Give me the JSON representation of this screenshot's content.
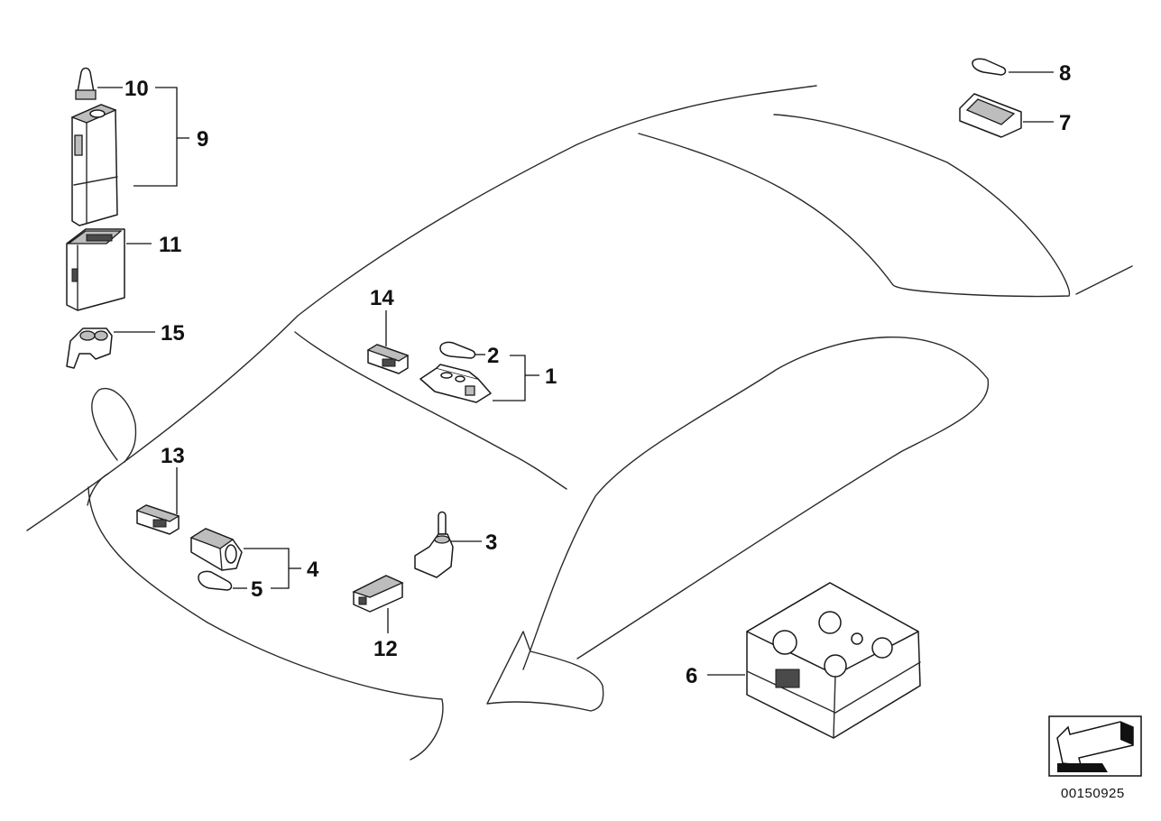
{
  "diagram": {
    "callouts": {
      "c1": "1",
      "c2": "2",
      "c3": "3",
      "c4": "4",
      "c5": "5",
      "c6": "6",
      "c7": "7",
      "c8": "8",
      "c9": "9",
      "c10": "10",
      "c11": "11",
      "c12": "12",
      "c13": "13",
      "c14": "14",
      "c15": "15"
    },
    "document_number": "00150925",
    "icons": {
      "logo": "corner-arrow-icon"
    }
  }
}
